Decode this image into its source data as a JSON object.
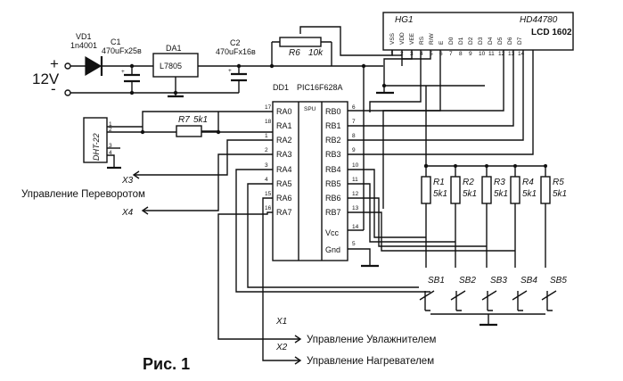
{
  "power": {
    "vd1_ref": "VD1",
    "vd1_part": "1n4001",
    "c1_ref": "C1",
    "c1_value": "470uFx25в",
    "da1_ref": "DA1",
    "da1_part": "L7805",
    "c2_ref": "C2",
    "c2_value": "470uFx16в",
    "r6_ref": "R6",
    "r6_value": "10k",
    "supply": "12V",
    "plus": "+",
    "minus": "-"
  },
  "lcd": {
    "ref": "HG1",
    "controller": "HD44780",
    "model": "LCD 1602",
    "pins": [
      "VSS",
      "VDD",
      "VEE",
      "RS",
      "R/W",
      "E",
      "D0",
      "D1",
      "D2",
      "D3",
      "D4",
      "D5",
      "D6",
      "D7"
    ],
    "pin_numbers": [
      "1",
      "2",
      "3",
      "4",
      "5",
      "6",
      "7",
      "8",
      "9",
      "10",
      "11",
      "12",
      "13",
      "14"
    ]
  },
  "mcu": {
    "ref": "DD1",
    "part": "PIC16F628A",
    "spu": "SPU",
    "left_pins": [
      {
        "num": "17",
        "name": "RA0"
      },
      {
        "num": "18",
        "name": "RA1"
      },
      {
        "num": "1",
        "name": "RA2"
      },
      {
        "num": "2",
        "name": "RA3"
      },
      {
        "num": "3",
        "name": "RA4"
      },
      {
        "num": "4",
        "name": "RA5"
      },
      {
        "num": "15",
        "name": "RA6"
      },
      {
        "num": "16",
        "name": "RA7"
      }
    ],
    "right_pins": [
      {
        "num": "6",
        "name": "RB0"
      },
      {
        "num": "7",
        "name": "RB1"
      },
      {
        "num": "8",
        "name": "RB2"
      },
      {
        "num": "9",
        "name": "RB3"
      },
      {
        "num": "10",
        "name": "RB4"
      },
      {
        "num": "11",
        "name": "RB5"
      },
      {
        "num": "12",
        "name": "RB6"
      },
      {
        "num": "13",
        "name": "RB7"
      }
    ],
    "vcc_num": "14",
    "vcc_name": "Vcc",
    "gnd_num": "5",
    "gnd_name": "Gnd"
  },
  "sensor": {
    "ref": "DHT-22",
    "pin_numbers": [
      "1",
      "2",
      "3",
      "4"
    ],
    "r7_ref": "R7",
    "r7_value": "5k1"
  },
  "resistors": [
    {
      "ref": "R1",
      "value": "5k1"
    },
    {
      "ref": "R2",
      "value": "5k1"
    },
    {
      "ref": "R3",
      "value": "5k1"
    },
    {
      "ref": "R4",
      "value": "5k1"
    },
    {
      "ref": "R5",
      "value": "5k1"
    }
  ],
  "buttons": [
    "SB1",
    "SB2",
    "SB3",
    "SB4",
    "SB5"
  ],
  "outputs": {
    "x3": "X3",
    "x3_label": "Управление Переворотом",
    "x4": "X4",
    "x1": "X1",
    "x1_label": "Управление Увлажнителем",
    "x2": "X2",
    "x2_label": "Управление Нагревателем"
  },
  "figure": {
    "caption": "Рис. 1"
  }
}
